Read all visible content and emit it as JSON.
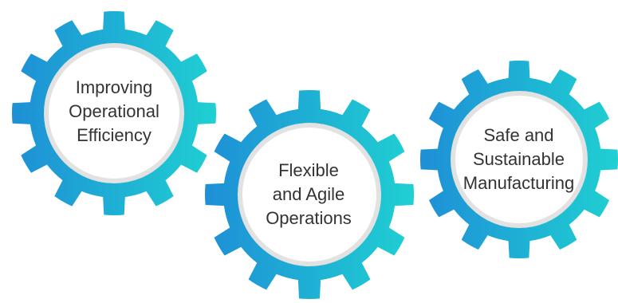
{
  "gears": [
    {
      "label_lines": [
        "Improving",
        "Operational",
        "Efficiency"
      ]
    },
    {
      "label_lines": [
        "Flexible",
        "and Agile",
        "Operations"
      ]
    },
    {
      "label_lines": [
        "Safe and",
        "Sustainable",
        "Manufacturing"
      ]
    }
  ],
  "colors": {
    "gear_gradient_start": "#1e8fd6",
    "gear_gradient_end": "#1fd0d2",
    "inner_ring": "#e2e2e2",
    "inner_circle": "#ffffff",
    "text": "#333333"
  }
}
